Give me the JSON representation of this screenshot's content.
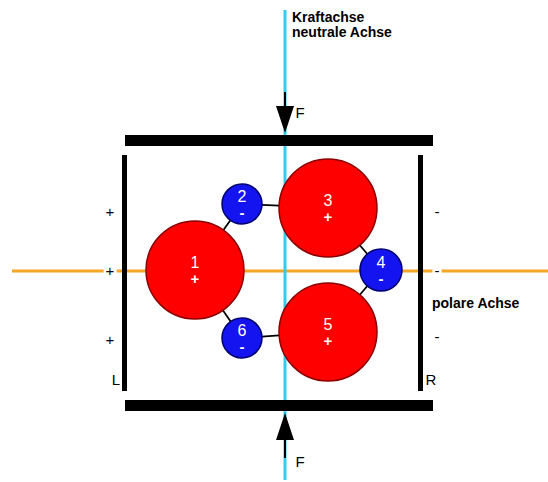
{
  "diagram": {
    "nodes": [
      {
        "text": [
          "1",
          "+"
        ]
      },
      {
        "text": [
          "2",
          "-"
        ]
      },
      {
        "text": [
          "3",
          "+"
        ]
      },
      {
        "text": [
          "4",
          "-"
        ]
      },
      {
        "text": [
          "5",
          "+"
        ]
      },
      {
        "text": [
          "6",
          "-"
        ]
      }
    ],
    "edges": [
      {
        "from": 0,
        "to": 1,
        "arrow": "none"
      },
      {
        "from": 1,
        "to": 2,
        "arrow": "none"
      },
      {
        "from": 2,
        "to": 3,
        "arrow": "none"
      },
      {
        "from": 3,
        "to": 4,
        "arrow": "none"
      },
      {
        "from": 4,
        "to": 5,
        "arrow": "none"
      },
      {
        "from": 5,
        "to": 0,
        "arrow": "none"
      }
    ],
    "labels": [
      "Kraftachse neutrale Achse",
      "F",
      "F",
      "polare Achse",
      "+",
      "+",
      "+",
      "L",
      "-",
      "-",
      "-",
      "R"
    ]
  }
}
